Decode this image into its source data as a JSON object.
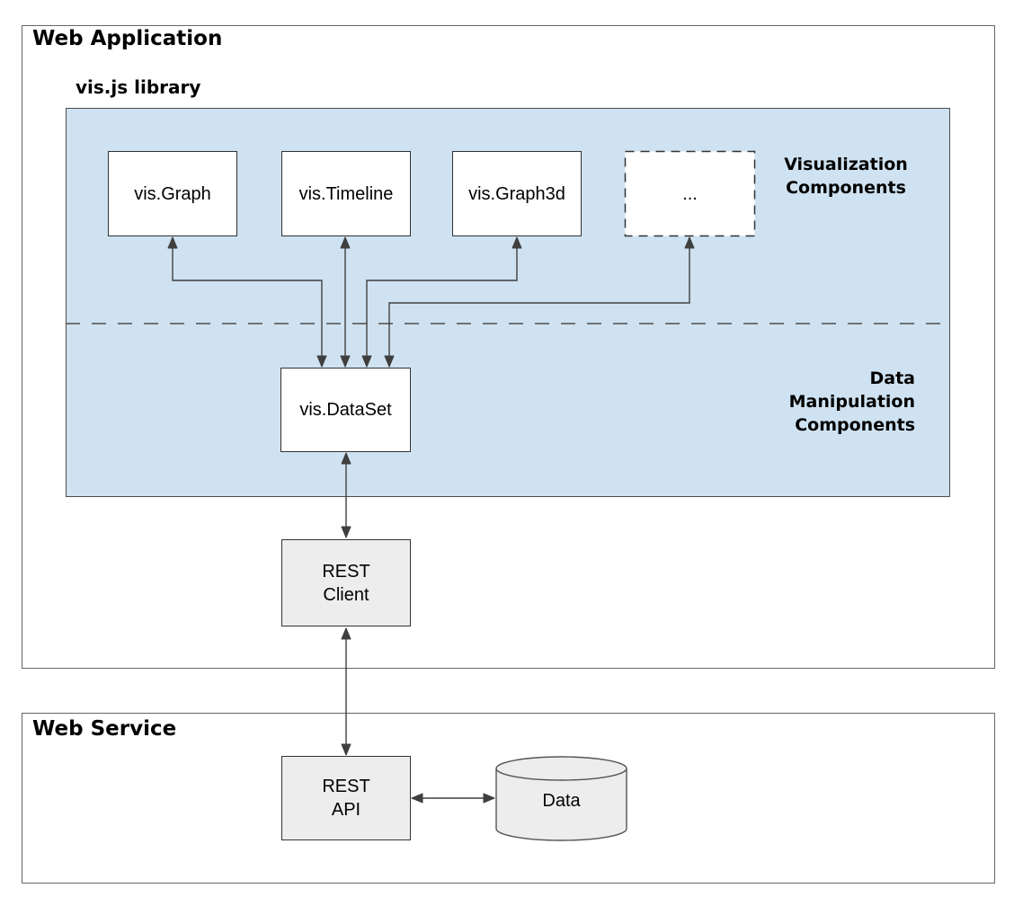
{
  "web_application": {
    "title": "Web Application",
    "vis_library_title": "vis.js library",
    "components": [
      {
        "label": "vis.Graph",
        "border": "solid"
      },
      {
        "label": "vis.Timeline",
        "border": "solid"
      },
      {
        "label": "vis.Graph3d",
        "border": "solid"
      },
      {
        "label": "...",
        "border": "dashed"
      }
    ],
    "visualization_label": {
      "line1": "Visualization",
      "line2": "Components"
    },
    "data_manipulation_label": {
      "line1": "Data",
      "line2": "Manipulation",
      "line3": "Components"
    },
    "dataset_label": "vis.DataSet",
    "rest_client_label": {
      "line1": "REST",
      "line2": "Client"
    }
  },
  "web_service": {
    "title": "Web Service",
    "rest_api_label": {
      "line1": "REST",
      "line2": "API"
    },
    "database_label": "Data"
  },
  "colors": {
    "panel_fill": "#cfe2f1",
    "node_fill_white": "#ffffff",
    "node_fill_gray": "#ededed",
    "border_dark": "#333333",
    "outer_border": "#666666",
    "arrow": "#3f3f3f"
  }
}
